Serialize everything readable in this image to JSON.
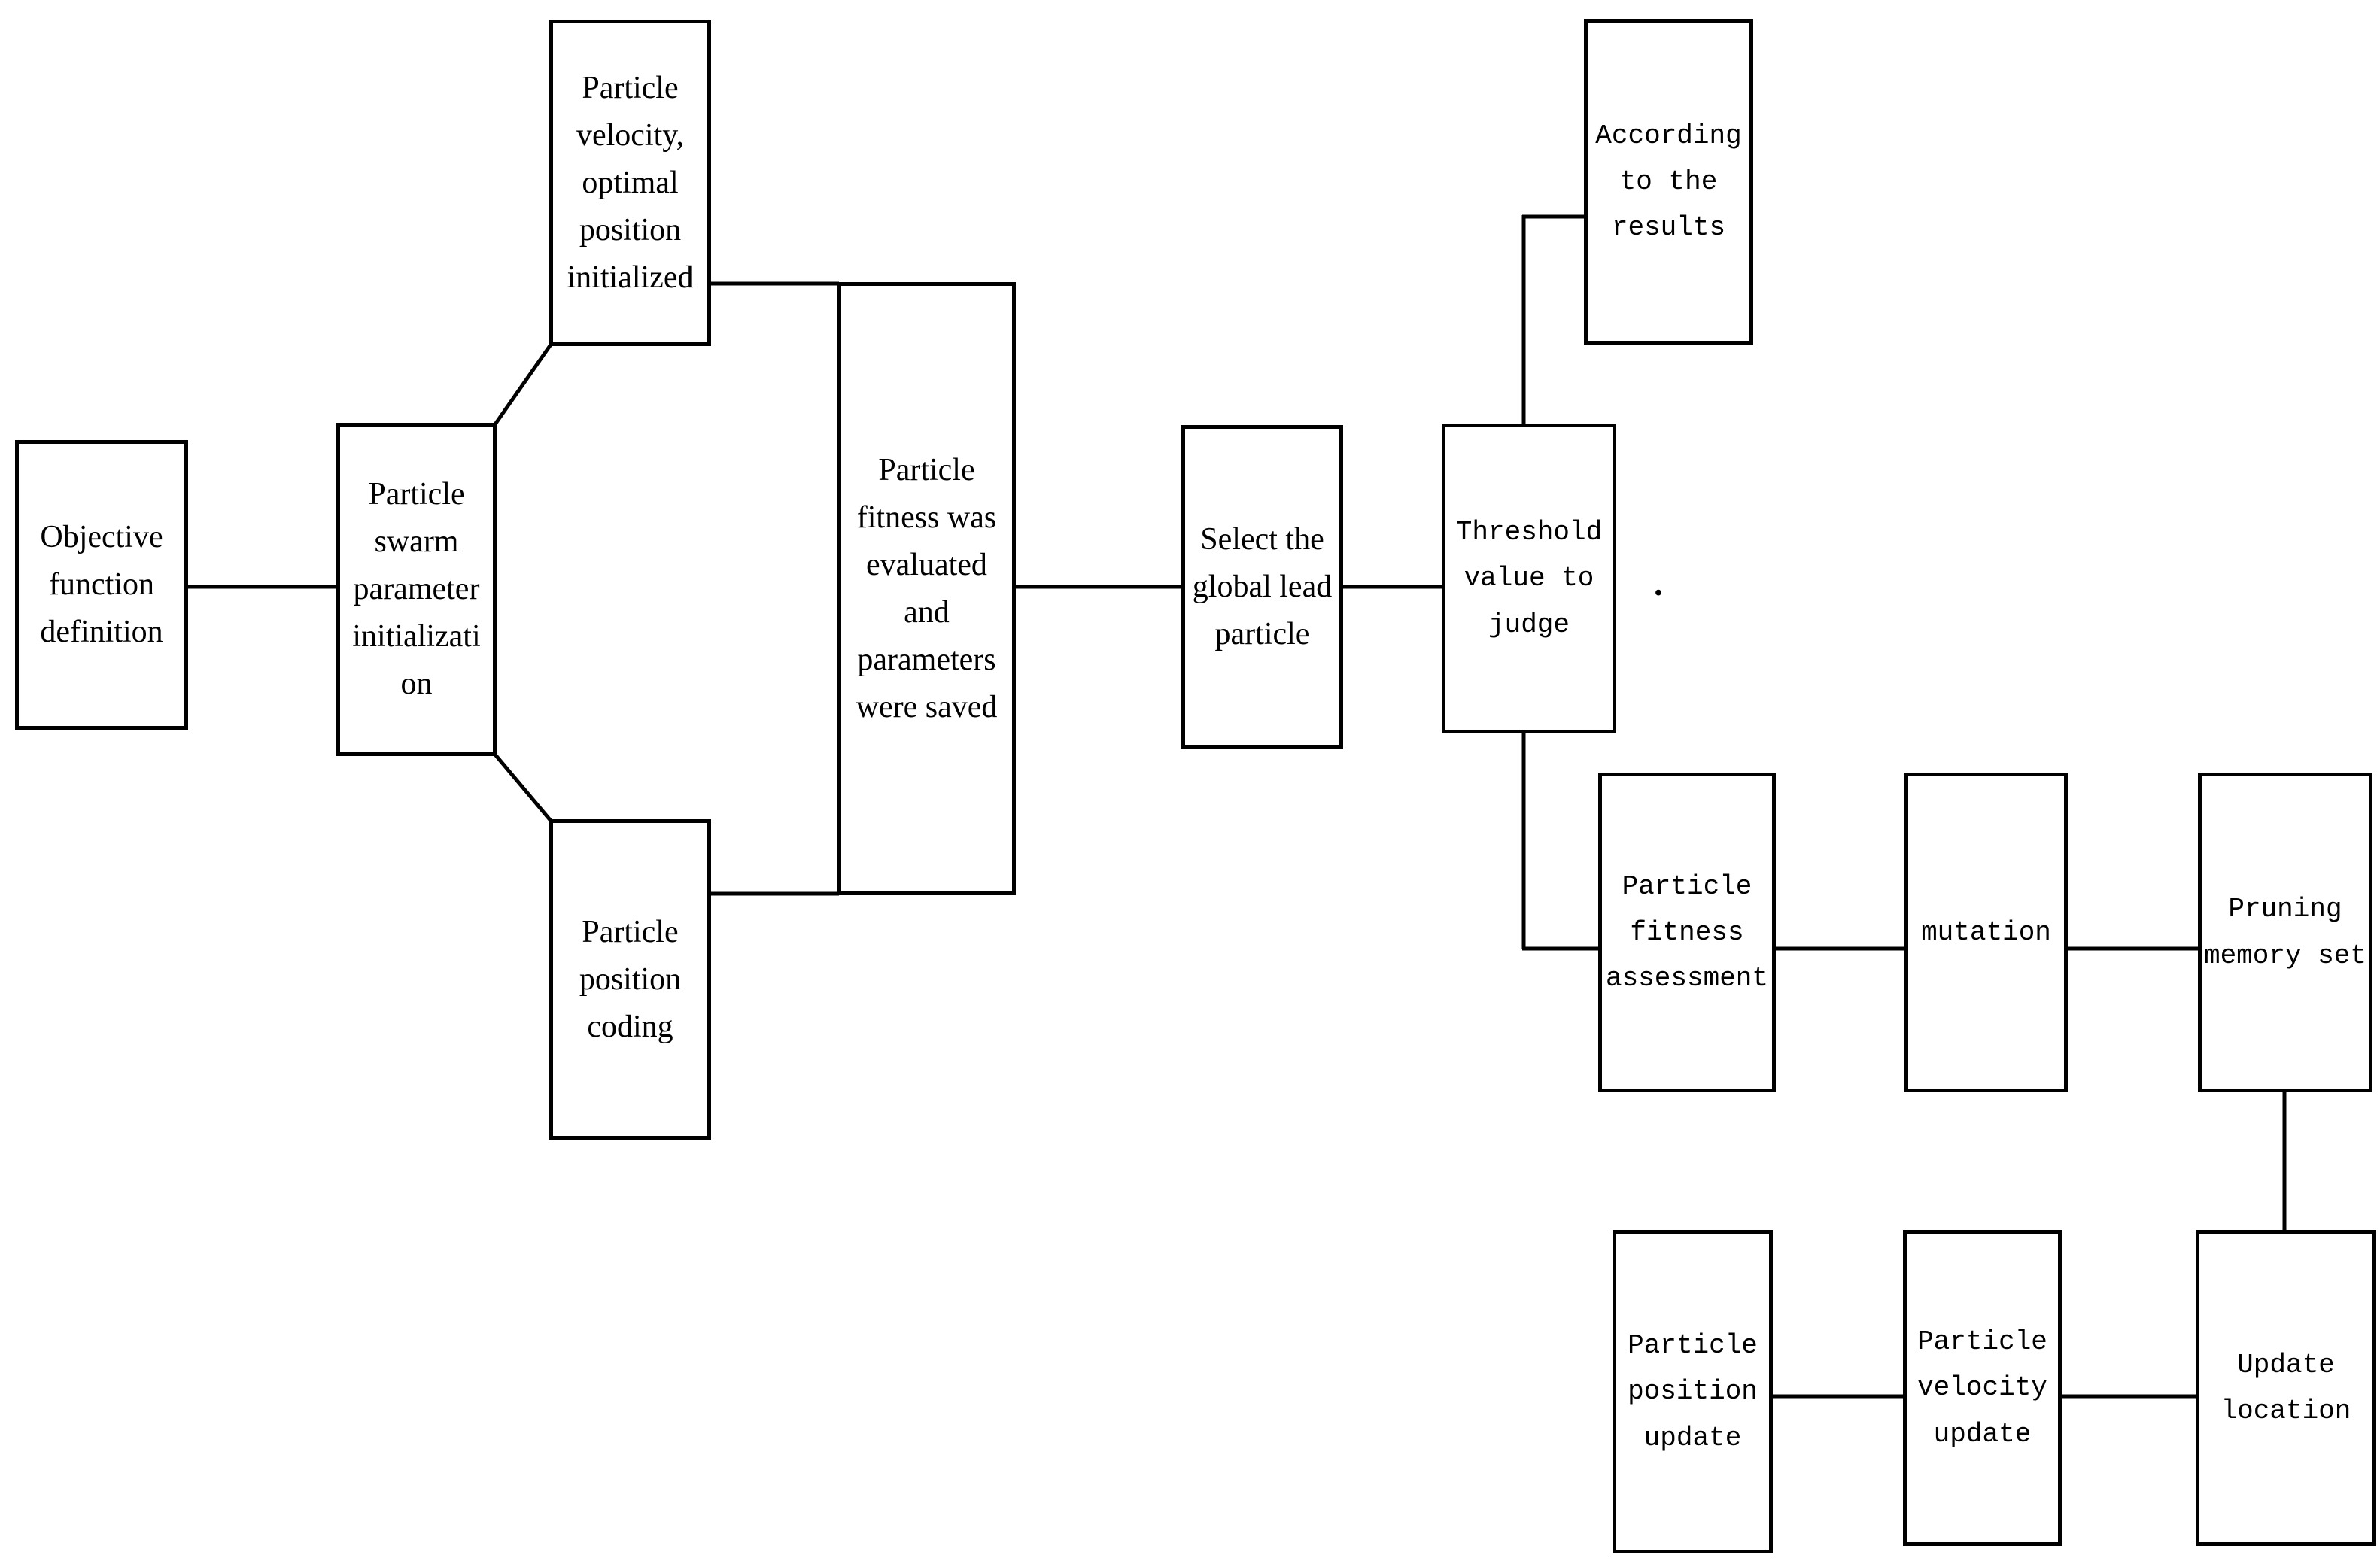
{
  "diagram": {
    "background_color": "#ffffff",
    "stroke_color": "#000000",
    "text_color": "#000000"
  },
  "nodes": {
    "objective": {
      "label": "Objective\nfunction\ndefinition"
    },
    "swarm_init": {
      "label": "Particle\nswarm\nparameter\ninitializati\non"
    },
    "velocity_init": {
      "label": "Particle\nvelocity,\noptimal\nposition\ninitialized"
    },
    "position_coding": {
      "label": "Particle\nposition\ncoding"
    },
    "fitness_eval": {
      "label": "Particle\nfitness was\nevaluated\nand\nparameters\nwere saved"
    },
    "select_leader": {
      "label": "Select the\nglobal lead\nparticle"
    },
    "threshold_judge": {
      "label": "Threshold\nvalue to\njudge"
    },
    "according_results": {
      "label": "According\nto the\nresults"
    },
    "fitness_assessment": {
      "label": "Particle\nfitness\nassessment"
    },
    "mutation": {
      "label": "mutation"
    },
    "pruning_memory": {
      "label": "Pruning\nmemory set"
    },
    "update_location": {
      "label": "Update\nlocation"
    },
    "velocity_update": {
      "label": "Particle\nvelocity\nupdate"
    },
    "position_update": {
      "label": "Particle\nposition\nupdate"
    }
  },
  "punctuation": {
    "stray_dot": "."
  }
}
